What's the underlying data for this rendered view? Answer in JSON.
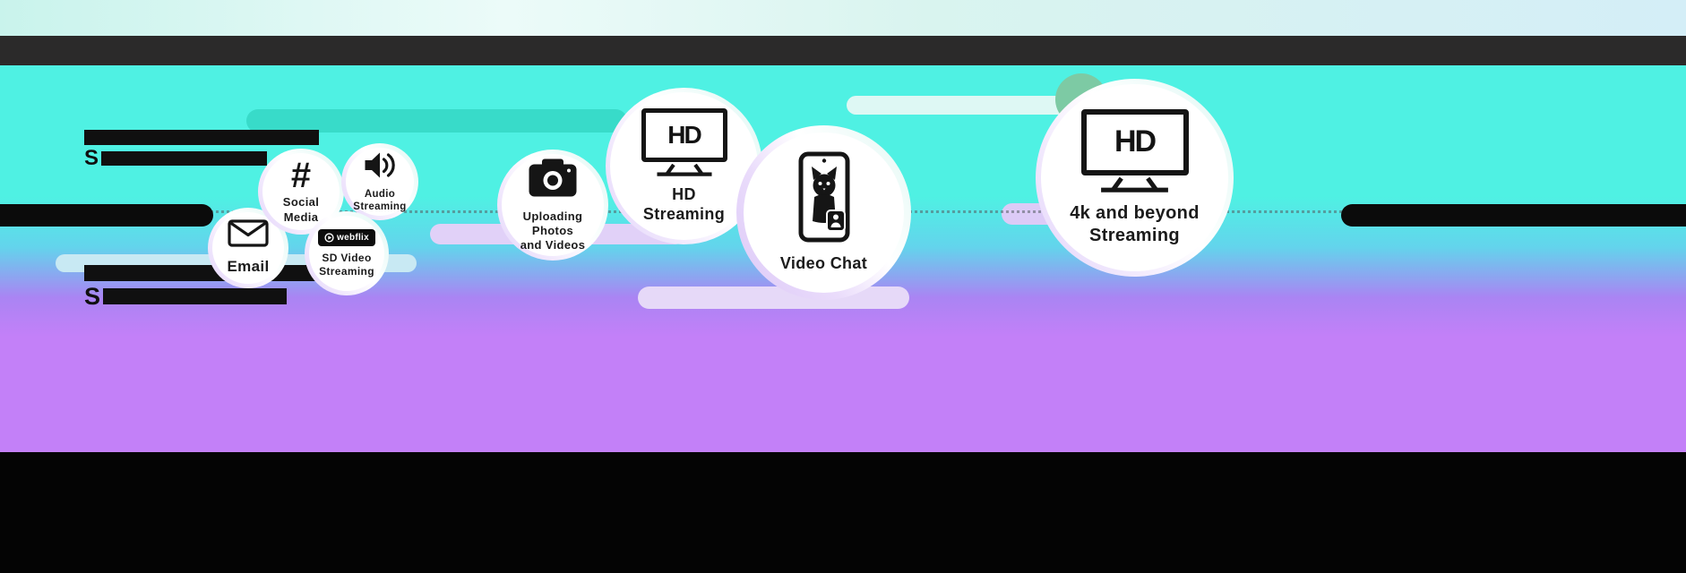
{
  "colors": {
    "teal_bg": "#4ff1e3",
    "purple_bg": "#c380f8",
    "header_bar": "#2b2a2a",
    "footer_bar": "#040404",
    "pill_teal": "#38dbc9",
    "pill_light": "#def8f4",
    "pill_lavender": "#e1d1f8",
    "pill_blue": "#c8e9f3",
    "green_accent": "#7dcaa4",
    "ink": "#161616"
  },
  "redacted": {
    "top_left_visible": "S",
    "bottom_left_visible": "S"
  },
  "bubbles": [
    {
      "label": "Email"
    },
    {
      "label": "Social\nMedia",
      "glyph": "#"
    },
    {
      "label": "Audio\nStreaming"
    },
    {
      "label": "SD Video\nStreaming",
      "brand": "webflix"
    },
    {
      "label": "Uploading Photos\nand Videos"
    },
    {
      "label": "HD\nStreaming",
      "screen_text": "HD"
    },
    {
      "label": "Video Chat"
    },
    {
      "label": "4k and beyond\nStreaming",
      "screen_text": "HD"
    }
  ]
}
